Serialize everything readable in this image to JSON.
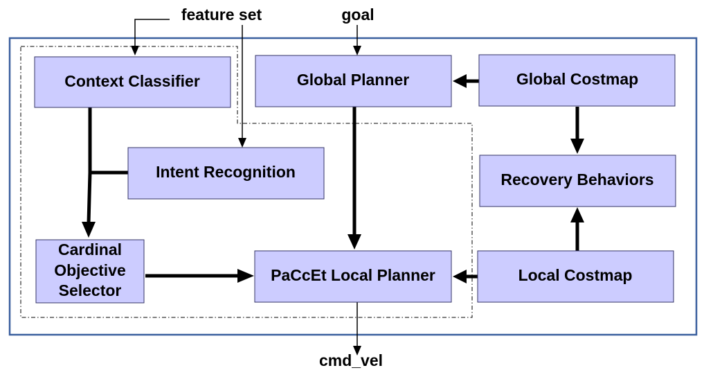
{
  "diagram": {
    "inputs": {
      "feature_set": "feature set",
      "goal": "goal"
    },
    "output": {
      "cmd_vel": "cmd_vel"
    },
    "nodes": {
      "context_classifier": "Context Classifier",
      "global_planner": "Global Planner",
      "global_costmap": "Global Costmap",
      "intent_recognition": "Intent Recognition",
      "recovery_behaviors": "Recovery Behaviors",
      "cardinal_selector": [
        "Cardinal",
        "Objective",
        "Selector"
      ],
      "local_planner": "PaCcEt Local Planner",
      "local_costmap": "Local Costmap"
    },
    "edges": [
      {
        "from": "feature set",
        "to": "Context Classifier"
      },
      {
        "from": "feature set",
        "to": "Intent Recognition"
      },
      {
        "from": "goal",
        "to": "Global Planner"
      },
      {
        "from": "Global Costmap",
        "to": "Global Planner"
      },
      {
        "from": "Global Costmap",
        "to": "Recovery Behaviors"
      },
      {
        "from": "Local Costmap",
        "to": "Recovery Behaviors"
      },
      {
        "from": "Local Costmap",
        "to": "PaCcEt Local Planner"
      },
      {
        "from": "Global Planner",
        "to": "PaCcEt Local Planner"
      },
      {
        "from": "Context Classifier",
        "to": "Cardinal Objective Selector"
      },
      {
        "from": "Intent Recognition",
        "to": "Cardinal Objective Selector"
      },
      {
        "from": "Cardinal Objective Selector",
        "to": "PaCcEt Local Planner"
      },
      {
        "from": "PaCcEt Local Planner",
        "to": "cmd_vel"
      }
    ],
    "colors": {
      "node_fill": "#ccccff",
      "node_stroke": "#333366",
      "frame_stroke": "#3a5f9e",
      "arrow": "#000000"
    }
  }
}
